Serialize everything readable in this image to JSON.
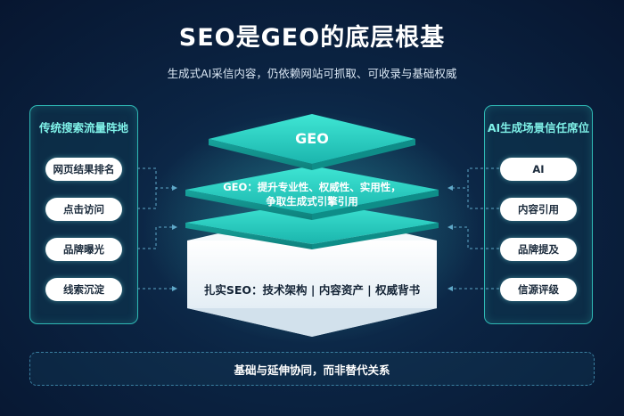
{
  "header": {
    "title": "SEO是GEO的底层根基",
    "subtitle": "生成式AI采信内容，仍依赖网站可抓取、可收录与基础权威"
  },
  "left_panel": {
    "title": "传统搜索流量阵地",
    "items": [
      "网页结果排名",
      "点击访问",
      "品牌曝光",
      "线索沉淀"
    ]
  },
  "right_panel": {
    "title": "AI生成场景信任席位",
    "items": [
      "AI",
      "内容引用",
      "品牌提及",
      "信源评级"
    ]
  },
  "stack": {
    "top_label": "GEO",
    "middle_label_line1": "GEO：提升专业性、权威性、实用性，",
    "middle_label_line2": "争取生成式引擎引用",
    "base_label": "扎实SEO：技术架构 | 内容资产 | 权威背书"
  },
  "footer": {
    "text": "基础与延伸协同，而非替代关系"
  },
  "colors": {
    "accent_teal": "#2fd6c6",
    "panel_border": "#2fb9b5",
    "background": "#0b2443"
  }
}
